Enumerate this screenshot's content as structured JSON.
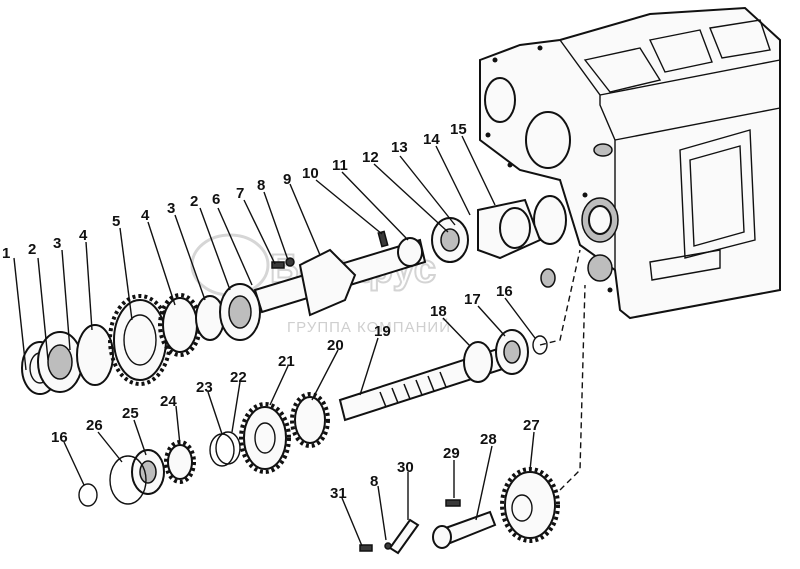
{
  "watermark": {
    "brand": "Беларус",
    "text": "ГРУППА КОМПАНИЙ"
  },
  "callouts": {
    "c1": "1",
    "c2a": "2",
    "c3a": "3",
    "c4a": "4",
    "c5": "5",
    "c4b": "4",
    "c3b": "3",
    "c2b": "2",
    "c6": "6",
    "c7": "7",
    "c8a": "8",
    "c9": "9",
    "c10": "10",
    "c11": "11",
    "c12": "12",
    "c13": "13",
    "c14": "14",
    "c15": "15",
    "c16a": "16",
    "c17": "17",
    "c18": "18",
    "c19": "19",
    "c20": "20",
    "c21": "21",
    "c22": "22",
    "c23": "23",
    "c24": "24",
    "c25": "25",
    "c26": "26",
    "c16b": "16",
    "c27": "27",
    "c28": "28",
    "c29": "29",
    "c30": "30",
    "c8b": "8",
    "c31": "31"
  }
}
